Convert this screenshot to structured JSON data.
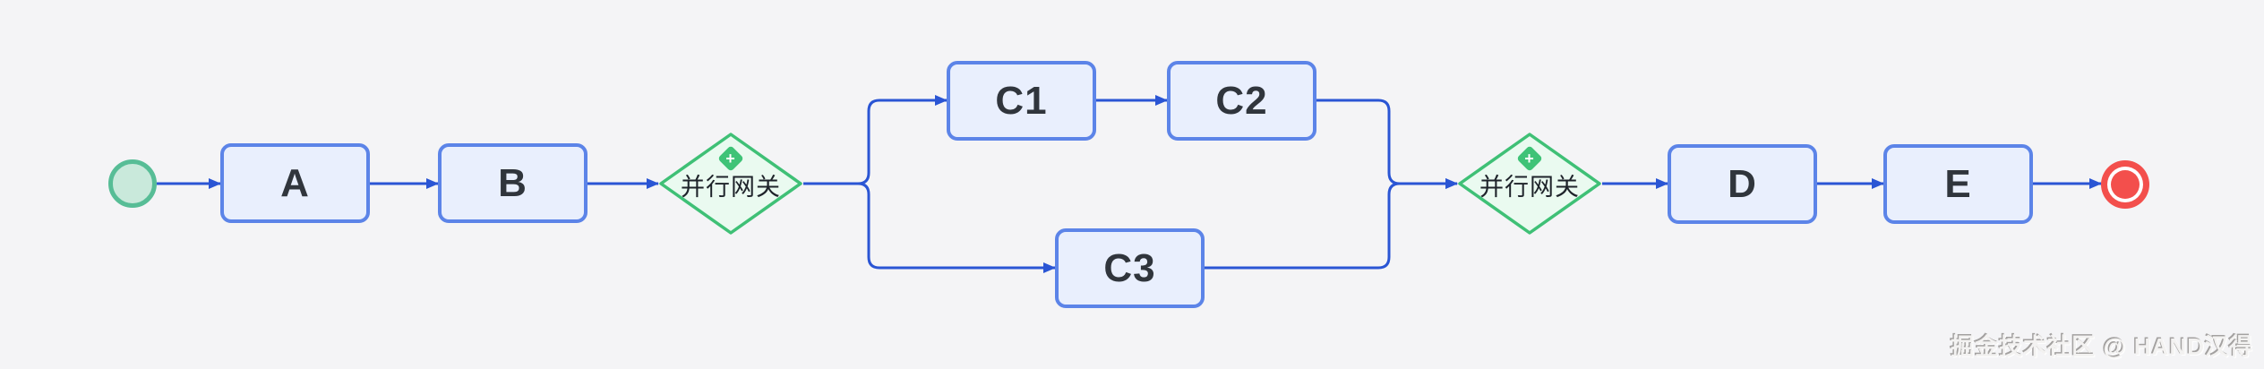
{
  "colors": {
    "canvas-bg": "#f4f4f6",
    "flow-line": "#2a55d4",
    "task-fill": "#e9effd",
    "task-border": "#5c84e8",
    "node-text": "#30353c",
    "start-fill": "#c9e9db",
    "start-border": "#57bd96",
    "end-color": "#f34f4c",
    "gw-fill": "#eafaf0",
    "gw-border": "#3fc076",
    "gw-badge": "#3fc377",
    "gw-text": "#1e232a",
    "wm-color": "#f3f2f1"
  },
  "diagram": {
    "type": "bpmn-process-flow",
    "nodes": {
      "start": {
        "type": "start-event"
      },
      "a": {
        "type": "task",
        "label": "A"
      },
      "b": {
        "type": "task",
        "label": "B"
      },
      "gateway1": {
        "type": "parallel-gateway",
        "label": "并行网关",
        "badge_glyph": "+"
      },
      "c1": {
        "type": "task",
        "label": "C1"
      },
      "c2": {
        "type": "task",
        "label": "C2"
      },
      "c3": {
        "type": "task",
        "label": "C3"
      },
      "gateway2": {
        "type": "parallel-gateway",
        "label": "并行网关",
        "badge_glyph": "+"
      },
      "d": {
        "type": "task",
        "label": "D"
      },
      "e": {
        "type": "task",
        "label": "E"
      },
      "end": {
        "type": "end-event"
      }
    },
    "edges": [
      {
        "from": "start",
        "to": "a"
      },
      {
        "from": "a",
        "to": "b"
      },
      {
        "from": "b",
        "to": "gateway1"
      },
      {
        "from": "gateway1",
        "to": "c1"
      },
      {
        "from": "gateway1",
        "to": "c3"
      },
      {
        "from": "c1",
        "to": "c2"
      },
      {
        "from": "c2",
        "to": "gateway2"
      },
      {
        "from": "c3",
        "to": "gateway2"
      },
      {
        "from": "gateway2",
        "to": "d"
      },
      {
        "from": "d",
        "to": "e"
      },
      {
        "from": "e",
        "to": "end"
      }
    ]
  },
  "watermark": {
    "text": "掘金技术社区 @ HAND汉得"
  }
}
